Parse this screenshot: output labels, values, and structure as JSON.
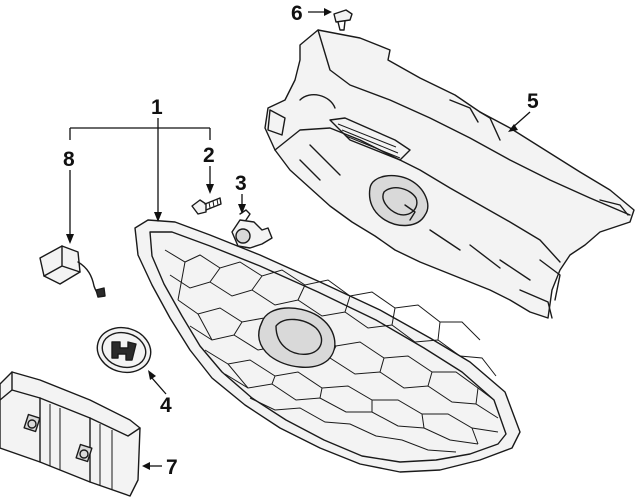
{
  "callouts": {
    "part_1": "1",
    "part_2": "2",
    "part_3": "3",
    "part_4": "4",
    "part_5": "5",
    "part_6": "6",
    "part_7": "7",
    "part_8": "8"
  },
  "colors": {
    "line": "#1a1a1a",
    "background": "#ffffff",
    "shade": "#d9d9d9"
  }
}
